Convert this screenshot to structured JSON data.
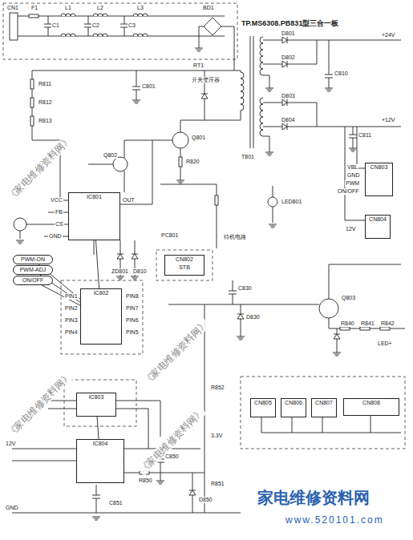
{
  "diagram": {
    "title": "TP.MS6308.PB831型三合一板",
    "nodes": [
      {
        "text": [
          "IC801"
        ]
      },
      {
        "text": [
          "PWM-ON"
        ]
      },
      {
        "text": [
          "PWM-ADJ"
        ]
      },
      {
        "text": [
          "ON/OFF"
        ]
      },
      {
        "text": [
          "IC802"
        ]
      },
      {
        "text": [
          "CN802",
          "STB"
        ]
      },
      {
        "text": [
          "CN803"
        ]
      },
      {
        "text": [
          "CN804"
        ]
      },
      {
        "text": [
          "IC803"
        ]
      },
      {
        "text": [
          "IC804"
        ]
      },
      {
        "text": [
          "CN805"
        ]
      },
      {
        "text": [
          "CN806"
        ]
      },
      {
        "text": [
          "CN807"
        ]
      },
      {
        "text": [
          "CN808"
        ]
      }
    ],
    "edges": [
      {
        "from": 1,
        "to": 4,
        "arrow": "none"
      },
      {
        "from": 2,
        "to": 4,
        "arrow": "none"
      },
      {
        "from": 3,
        "to": 4,
        "arrow": "none"
      },
      {
        "from": 0,
        "to": 4,
        "arrow": "none"
      },
      {
        "from": 8,
        "to": 9,
        "arrow": "none"
      }
    ],
    "labels": [
      "CN1",
      "F1",
      "L1",
      "L2",
      "L3",
      "BD1",
      "C1",
      "C2",
      "C3",
      "RT1",
      "R811",
      "R812",
      "R813",
      "C801",
      "T801",
      "开关变压器",
      "D801",
      "D802",
      "D803",
      "D804",
      "C810",
      "C811",
      "+24V",
      "+12V",
      "Q801",
      "R820",
      "Q802",
      "VCC",
      "FB",
      "CS",
      "GND",
      "OUT",
      "ZD801",
      "D810",
      "PC801",
      "待机电路",
      "VBL",
      "GND",
      "PWM",
      "ON/OFF",
      "LED801",
      "12V",
      "C830",
      "D830",
      "Q803",
      "R840",
      "R841",
      "R842",
      "LED+",
      "PIN1",
      "PIN2",
      "PIN3",
      "PIN4",
      "PIN8",
      "PIN7",
      "PIN6",
      "PIN5",
      "12V",
      "C850",
      "R850",
      "C851",
      "R851",
      "D850",
      "R852",
      "GND",
      "3.3V",
      "《家电维修资料网》",
      "《家电维修资料网》",
      "《家电维修资料网》",
      "《家电维修资料网》",
      "家电维修资料网",
      "www.520101.com"
    ]
  }
}
